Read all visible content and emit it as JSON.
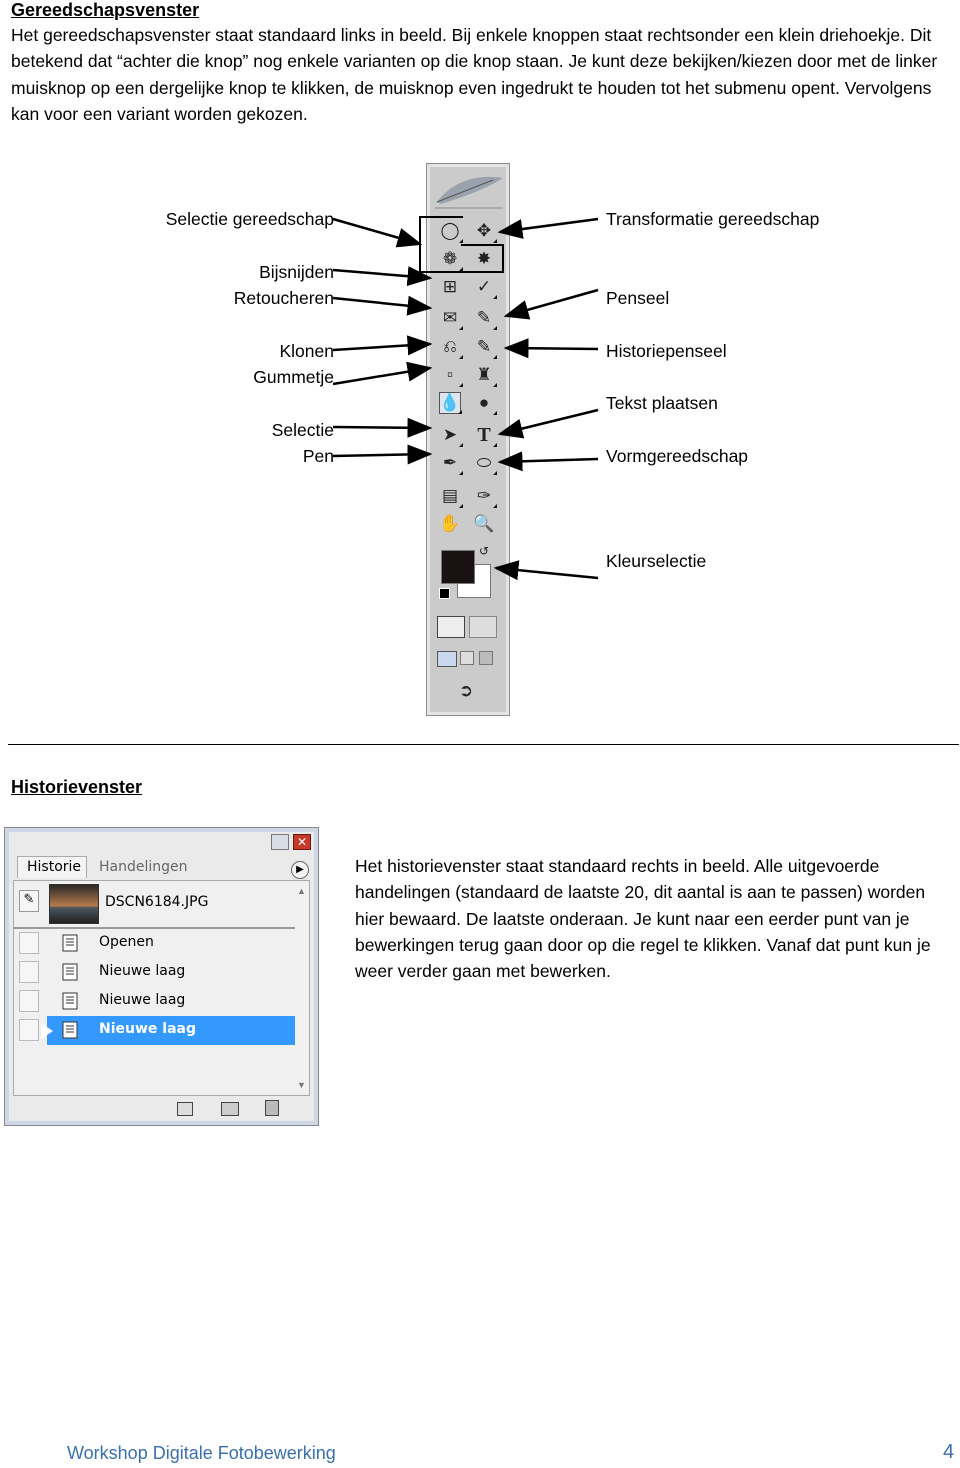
{
  "section1": {
    "title": "Gereedschapsvenster",
    "paragraph": "Het gereedschapsvenster staat standaard links in beeld. Bij enkele knoppen staat rechtsonder een klein driehoekje. Dit betekend dat “achter die knop” nog enkele varianten op die knop staan. Je kunt deze bekijken/kiezen door met de linker muisknop op een dergelijke knop te klikken, de muisknop even ingedrukt te houden tot het submenu opent. Vervolgens kan voor een variant worden gekozen."
  },
  "toolbox_labels": {
    "left": [
      "Selectie gereedschap",
      "Bijsnijden",
      "Retoucheren",
      "Klonen",
      "Gummetje",
      "Selectie",
      "Pen"
    ],
    "right": [
      "Transformatie gereedschap",
      "Penseel",
      "Historiepenseel",
      "Tekst plaatsen",
      "Vormgereedschap",
      "Kleurselectie"
    ]
  },
  "section2": {
    "title": "Historievenster",
    "paragraph": "Het historievenster staat standaard rechts in beeld. Alle uitgevoerde handelingen (standaard de laatste 20, dit aantal is aan te passen) worden hier bewaard. De laatste onderaan. Je kunt naar een eerder punt van je bewerkingen terug gaan door op die regel te klikken. Vanaf dat punt kun je weer verder gaan met bewerken."
  },
  "history_panel": {
    "tabs": [
      "Historie",
      "Handelingen"
    ],
    "snapshot": "DSCN6184.JPG",
    "rows": [
      "Openen",
      "Nieuwe laag",
      "Nieuwe laag",
      "Nieuwe laag"
    ],
    "active_color": "#3399ff"
  },
  "footer": {
    "left": "Workshop Digitale Fotobewerking",
    "page": "4"
  },
  "colors": {
    "footer": "#3a6fb0",
    "foreground_swatch": "#1a1212"
  }
}
